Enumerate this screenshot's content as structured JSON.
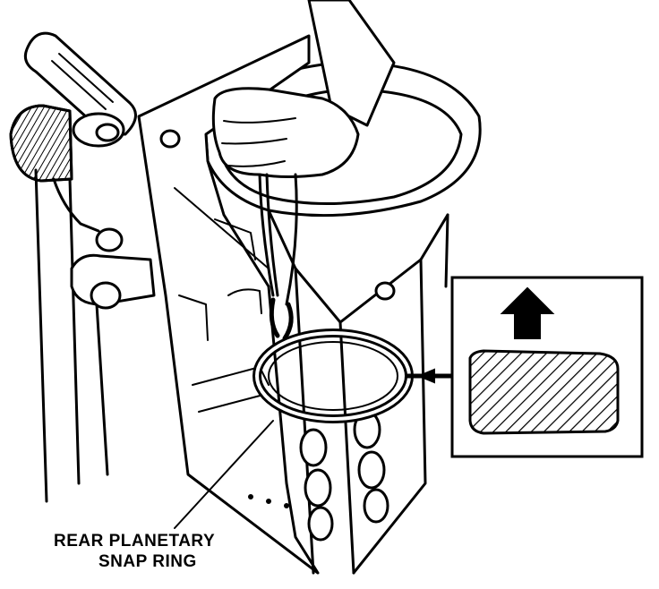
{
  "callout": {
    "line1": "REAR PLANETARY",
    "line2": "SNAP RING"
  },
  "inset": {
    "arrow_direction": "up"
  },
  "colors": {
    "ink": "#000000",
    "paper": "#ffffff"
  }
}
